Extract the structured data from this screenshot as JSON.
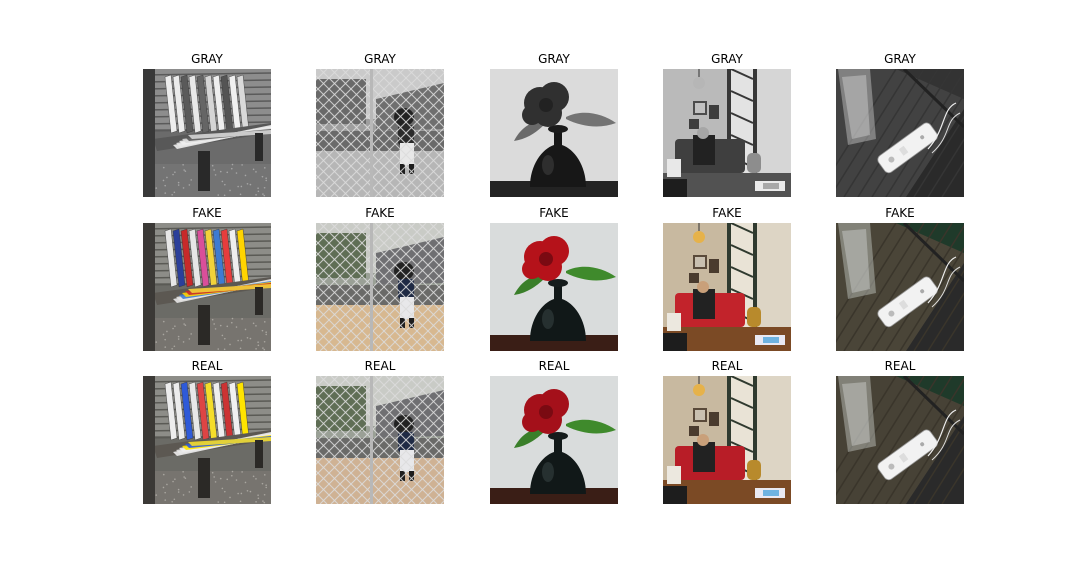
{
  "figure": {
    "rows": [
      {
        "label": "GRAY",
        "mode": "gray"
      },
      {
        "label": "FAKE",
        "mode": "fake"
      },
      {
        "label": "REAL",
        "mode": "real"
      }
    ],
    "columns": [
      {
        "scene": "ski-bench"
      },
      {
        "scene": "fence-baseball"
      },
      {
        "scene": "flower-vase"
      },
      {
        "scene": "living-room"
      },
      {
        "scene": "wii-remote"
      }
    ]
  }
}
